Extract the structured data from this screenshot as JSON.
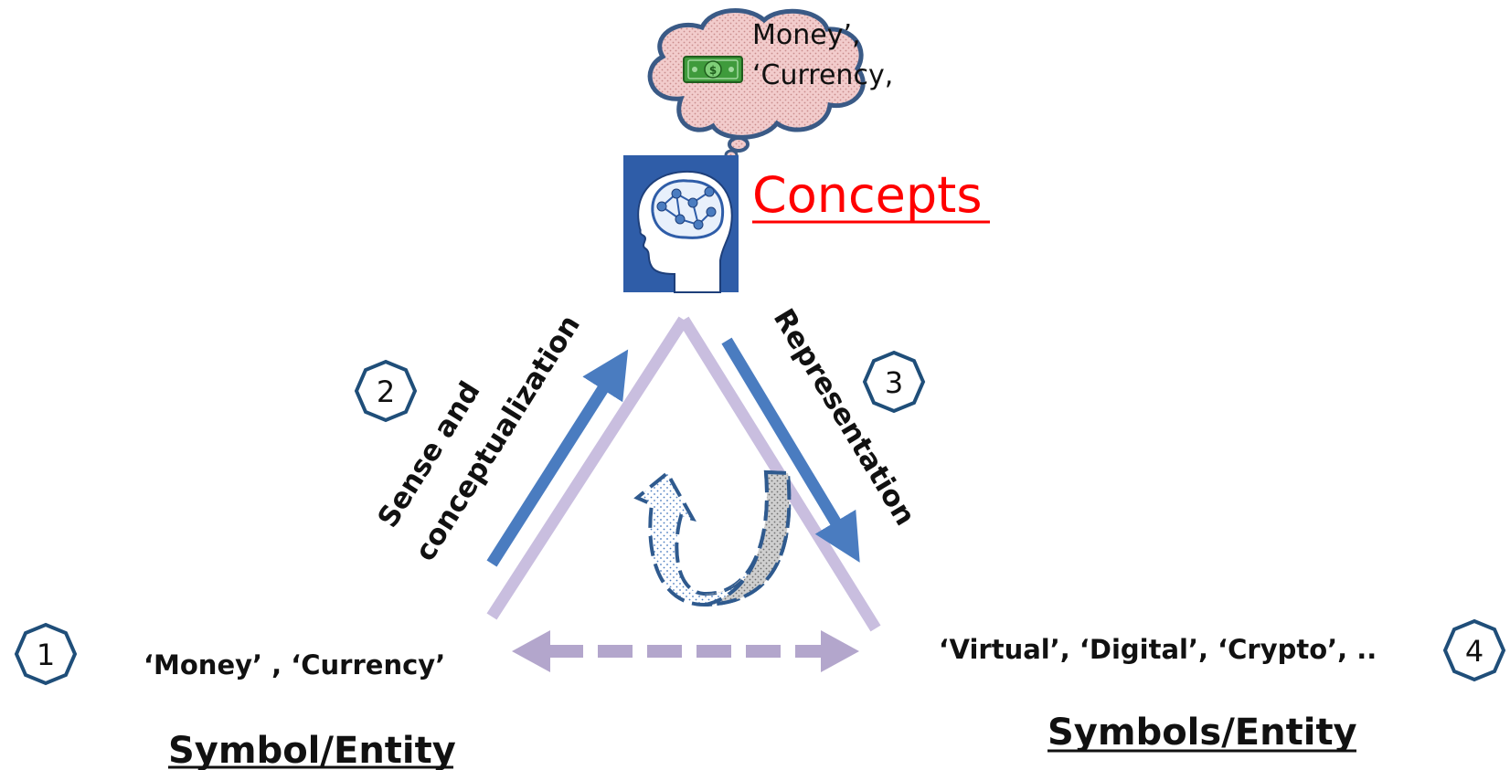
{
  "thought": {
    "line1": "Money’,",
    "line2": "‘Currency,",
    "icon": "dollar-bill-icon"
  },
  "concepts": {
    "title": "Concepts",
    "icon": "brain-head-icon",
    "title_color": "#ff0000"
  },
  "edges": {
    "left_label_line1": "Sense and",
    "left_label_line2": "conceptualization",
    "right_label": "Representation"
  },
  "badges": [
    "1",
    "2",
    "3",
    "4"
  ],
  "left_node": {
    "words": "‘Money’ , ‘Currency’",
    "title": "Symbol/Entity"
  },
  "right_node": {
    "words": "‘Virtual’, ‘Digital’, ‘Crypto’, ..",
    "title": "Symbols/Entity"
  },
  "colors": {
    "arrow_blue": "#4a7cc0",
    "triangle": "#c9bedf",
    "dashed": "#b3a6cc",
    "badge_stroke": "#1f4e79",
    "cloud_fill": "#efc7c7",
    "cloud_stroke": "#3a5a86",
    "panel_blue": "#2f5da8"
  }
}
